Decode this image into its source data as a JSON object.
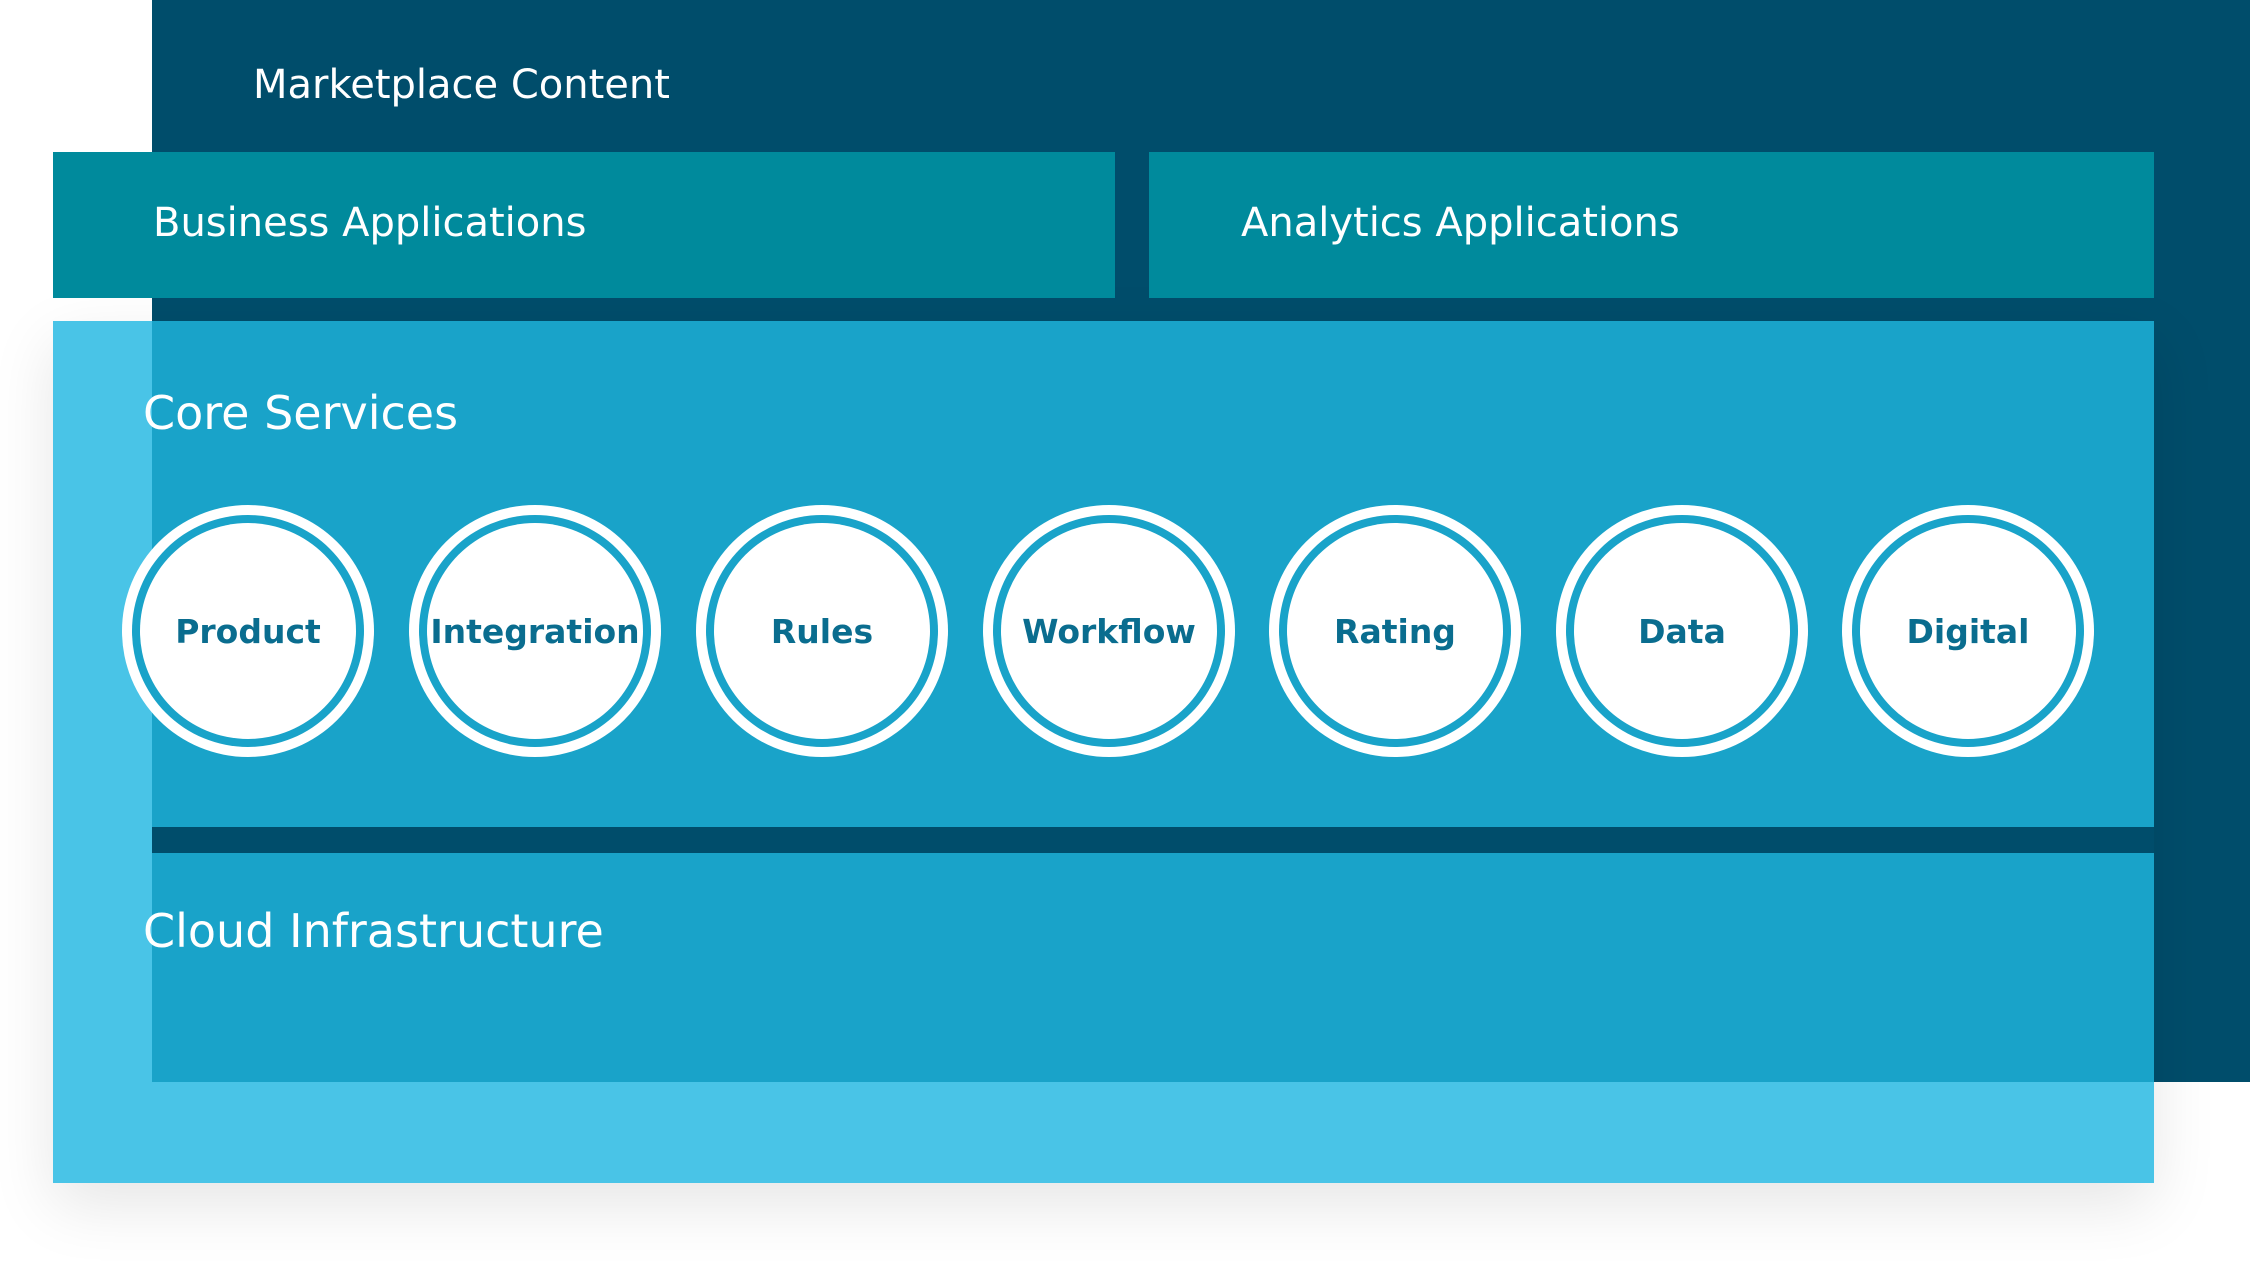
{
  "diagram": {
    "marketplace": {
      "label": "Marketplace Content"
    },
    "business": {
      "label": "Business Applications"
    },
    "analytics": {
      "label": "Analytics Applications"
    },
    "core": {
      "label": "Core Services",
      "services": [
        "Product",
        "Integration",
        "Rules",
        "Workflow",
        "Rating",
        "Data",
        "Digital"
      ]
    },
    "cloud": {
      "label": "Cloud Infrastructure"
    }
  },
  "colors": {
    "navy": "#004d6b",
    "teal": "#008a9c",
    "blue": "#19a3c9",
    "light_blue": "#49c4e7",
    "circle_text": "#0a6d8f"
  }
}
